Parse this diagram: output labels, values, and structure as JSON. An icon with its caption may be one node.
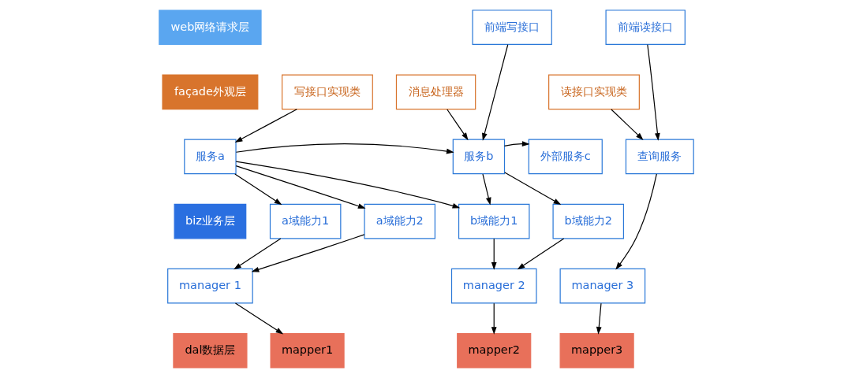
{
  "diagram": {
    "nodes": [
      {
        "text": [
          "web网络请求层"
        ]
      },
      {
        "text": [
          "前端写接口"
        ]
      },
      {
        "text": [
          "前端读接口"
        ]
      },
      {
        "text": [
          "façade外观层"
        ]
      },
      {
        "text": [
          "写接口实现类"
        ]
      },
      {
        "text": [
          "消息处理器"
        ]
      },
      {
        "text": [
          "读接口实现类"
        ]
      },
      {
        "text": [
          "biz业务层"
        ]
      },
      {
        "text": [
          "服务a"
        ]
      },
      {
        "text": [
          "服务b"
        ]
      },
      {
        "text": [
          "外部服务c"
        ]
      },
      {
        "text": [
          "查询服务"
        ]
      },
      {
        "text": [
          "a域能力1"
        ]
      },
      {
        "text": [
          "a域能力2"
        ]
      },
      {
        "text": [
          "b域能力1"
        ]
      },
      {
        "text": [
          "b域能力2"
        ]
      },
      {
        "text": [
          "manager 1"
        ]
      },
      {
        "text": [
          "manager 2"
        ]
      },
      {
        "text": [
          "manager 3"
        ]
      },
      {
        "text": [
          "dal数据层"
        ]
      },
      {
        "text": [
          "mapper1"
        ]
      },
      {
        "text": [
          "mapper2"
        ]
      },
      {
        "text": [
          "mapper3"
        ]
      }
    ],
    "edges": [
      {
        "from": 4,
        "to": 8,
        "arrow": "to"
      },
      {
        "from": 5,
        "to": 9,
        "arrow": "to"
      },
      {
        "from": 1,
        "to": 9,
        "arrow": "to"
      },
      {
        "from": 6,
        "to": 11,
        "arrow": "to"
      },
      {
        "from": 2,
        "to": 11,
        "arrow": "to"
      },
      {
        "from": 8,
        "to": 9,
        "arrow": "to"
      },
      {
        "from": 9,
        "to": 10,
        "arrow": "to"
      },
      {
        "from": 8,
        "to": 12,
        "arrow": "to"
      },
      {
        "from": 8,
        "to": 13,
        "arrow": "to"
      },
      {
        "from": 8,
        "to": 14,
        "arrow": "to"
      },
      {
        "from": 9,
        "to": 14,
        "arrow": "to"
      },
      {
        "from": 9,
        "to": 15,
        "arrow": "to"
      },
      {
        "from": 12,
        "to": 16,
        "arrow": "to"
      },
      {
        "from": 13,
        "to": 16,
        "arrow": "to"
      },
      {
        "from": 14,
        "to": 17,
        "arrow": "to"
      },
      {
        "from": 15,
        "to": 17,
        "arrow": "to"
      },
      {
        "from": 11,
        "to": 18,
        "arrow": "to"
      },
      {
        "from": 16,
        "to": 20,
        "arrow": "to"
      },
      {
        "from": 17,
        "to": 21,
        "arrow": "to"
      },
      {
        "from": 18,
        "to": 22,
        "arrow": "to"
      }
    ]
  }
}
